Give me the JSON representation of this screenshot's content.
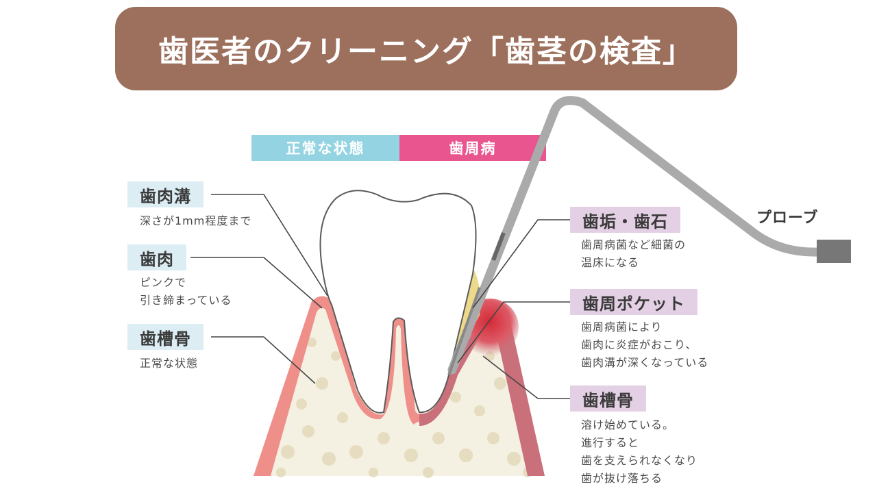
{
  "title": "歯医者のクリーニング「歯茎の検査」",
  "legend": {
    "normal": "正常な状態",
    "disease": "歯周病"
  },
  "left_labels": [
    {
      "name": "歯肉溝",
      "desc": [
        "深さが1mm程度まで"
      ]
    },
    {
      "name": "歯肉",
      "desc": [
        "ピンクで",
        "引き締まっている"
      ]
    },
    {
      "name": "歯槽骨",
      "desc": [
        "正常な状態"
      ]
    }
  ],
  "right_labels": [
    {
      "name": "歯垢・歯石",
      "desc": [
        "歯周病菌など細菌の",
        "温床になる"
      ]
    },
    {
      "name": "歯周ポケット",
      "desc": [
        "歯周病菌により",
        "歯肉に炎症がおこり、",
        "歯肉溝が深くなっている"
      ]
    },
    {
      "name": "歯槽骨",
      "desc": [
        "溶け始めている。",
        "進行すると",
        "歯を支えられなくなり",
        "歯が抜け落ちる"
      ]
    }
  ],
  "probe_label": "プローブ",
  "colors": {
    "banner": "#9c705c",
    "normal": "#94d4e2",
    "disease": "#e8558f",
    "healthy_gum": "#ef8f8a",
    "diseased_gum": "#c9707a",
    "inflamed": "#d8323e",
    "tartar": "#ecd98a",
    "bone": "#f4f0e2",
    "probe": "#aaaaaa"
  }
}
